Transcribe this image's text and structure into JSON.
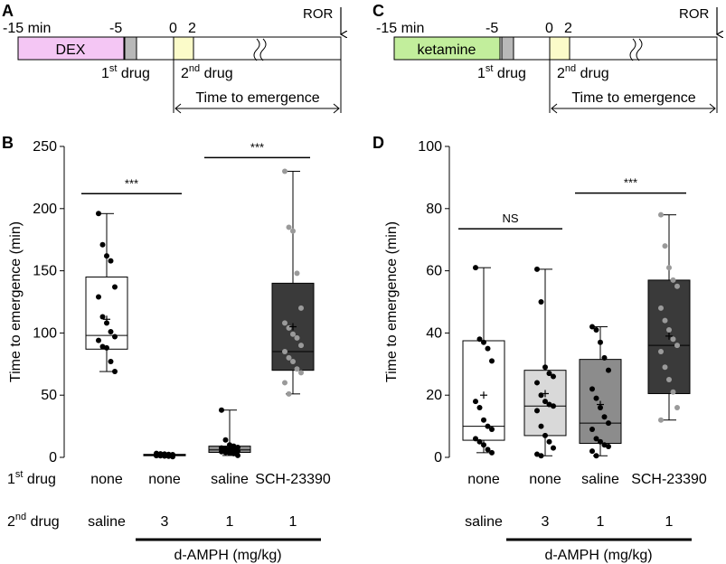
{
  "panels": {
    "A": {
      "letter": "A",
      "times": [
        "-15 min",
        "-5",
        "0",
        "2"
      ],
      "drug_box": "DEX",
      "drug_color": "#F4C6F4",
      "first_drug": {
        "pre": "1",
        "sup": "st",
        "post": " drug"
      },
      "second_drug": {
        "pre": "2",
        "sup": "nd",
        "post": " drug"
      },
      "ror": "ROR",
      "time_label": "Time to emergence"
    },
    "C": {
      "letter": "C",
      "times": [
        "-15 min",
        "-5",
        "0",
        "2"
      ],
      "drug_box": "ketamine",
      "drug_color": "#C2EE9C",
      "first_drug": {
        "pre": "1",
        "sup": "st",
        "post": " drug"
      },
      "second_drug": {
        "pre": "2",
        "sup": "nd",
        "post": " drug"
      },
      "ror": "ROR",
      "time_label": "Time to emergence"
    }
  },
  "row_labels": {
    "first": {
      "pre": "1",
      "sup": "st",
      "post": " drug"
    },
    "second": {
      "pre": "2",
      "sup": "nd",
      "post": " drug"
    }
  },
  "d_amph_label": "d-AMPH (mg/kg)",
  "colors": {
    "white": "#FFFFFF",
    "light": "#D9D9D9",
    "mid": "#8C8C8C",
    "dark": "#3A3A3A",
    "dot_black": "#000000",
    "dot_gray": "#9A9A9A"
  },
  "chart_data": [
    {
      "panel": "B",
      "type": "box",
      "ylabel": "Time to emergence (min)",
      "ylim": [
        0,
        250
      ],
      "yticks": [
        0,
        50,
        100,
        150,
        200,
        250
      ],
      "groups": [
        {
          "first_drug": "none",
          "second_drug": "saline",
          "fill": "white",
          "min": 69,
          "q1": 87,
          "median": 98,
          "q3": 145,
          "max": 196,
          "mean": 111,
          "points": [
            196,
            171,
            162,
            158,
            137,
            129,
            113,
            108,
            101,
            97,
            94,
            89,
            88,
            77,
            69
          ]
        },
        {
          "first_drug": "none",
          "second_drug": "3",
          "fill": "light",
          "min": 0.5,
          "q1": 1.3,
          "median": 1.8,
          "q3": 2.4,
          "max": 3.2,
          "mean": 1.9,
          "points": [
            3.2,
            2.8,
            2.6,
            2.4,
            2.2,
            2.0,
            1.9,
            1.8,
            1.7,
            1.6,
            1.4,
            1.3,
            1.1,
            0.9,
            0.5
          ]
        },
        {
          "first_drug": "saline",
          "second_drug": "1",
          "fill": "mid",
          "min": 1.5,
          "q1": 4,
          "median": 6,
          "q3": 9,
          "max": 38,
          "mean": 7,
          "points": [
            38,
            14,
            10,
            9,
            8,
            7.5,
            7,
            6.5,
            6,
            5,
            4.5,
            4,
            3.5,
            3,
            1.5
          ]
        },
        {
          "first_drug": "SCH-23390",
          "second_drug": "1",
          "fill": "dark",
          "min": 51,
          "q1": 70,
          "median": 85,
          "q3": 140,
          "max": 230,
          "mean": 105,
          "points": [
            230,
            185,
            182,
            148,
            120,
            108,
            104,
            99,
            96,
            90,
            85,
            80,
            77,
            71,
            68,
            60,
            51
          ]
        }
      ],
      "significance": [
        {
          "from": 0,
          "to": 1,
          "y": 212,
          "label": "***"
        },
        {
          "from": 2,
          "to": 3,
          "y": 241,
          "label": "***"
        }
      ]
    },
    {
      "panel": "D",
      "type": "box",
      "ylabel": "Time to emergence (min)",
      "ylim": [
        0,
        100
      ],
      "yticks": [
        0,
        20,
        40,
        60,
        80,
        100
      ],
      "groups": [
        {
          "first_drug": "none",
          "second_drug": "saline",
          "fill": "white",
          "min": 1.5,
          "q1": 5.5,
          "median": 10,
          "q3": 37.5,
          "max": 61,
          "mean": 20,
          "points": [
            61,
            38,
            37,
            35,
            31,
            18,
            16,
            12,
            10,
            9,
            6,
            5,
            4,
            2.5,
            1.5
          ]
        },
        {
          "first_drug": "none",
          "second_drug": "3",
          "fill": "light",
          "min": 0.5,
          "q1": 7,
          "median": 16.5,
          "q3": 28,
          "max": 60.5,
          "mean": 20.5,
          "points": [
            60.5,
            50,
            29,
            27,
            26,
            24,
            20,
            18,
            17,
            16.5,
            15,
            10,
            7,
            5,
            3,
            1,
            0.5
          ]
        },
        {
          "first_drug": "saline",
          "second_drug": "1",
          "fill": "mid",
          "min": 0.5,
          "q1": 4.5,
          "median": 11,
          "q3": 31.5,
          "max": 42,
          "mean": 17,
          "points": [
            42,
            41,
            37,
            32,
            28,
            22,
            19,
            16,
            13,
            11,
            9,
            6,
            5,
            4,
            3.5,
            2,
            0.5
          ]
        },
        {
          "first_drug": "SCH-23390",
          "second_drug": "1",
          "fill": "dark",
          "min": 12,
          "q1": 20.5,
          "median": 36,
          "q3": 57,
          "max": 78,
          "mean": 39,
          "points": [
            78,
            68,
            61,
            57,
            55,
            48,
            44,
            41,
            38,
            36,
            34,
            29,
            25,
            21,
            16,
            12
          ]
        }
      ],
      "significance": [
        {
          "from": 0,
          "to": 1,
          "y": 73.5,
          "label": "NS"
        },
        {
          "from": 2,
          "to": 3,
          "y": 85,
          "label": "***"
        }
      ]
    }
  ]
}
